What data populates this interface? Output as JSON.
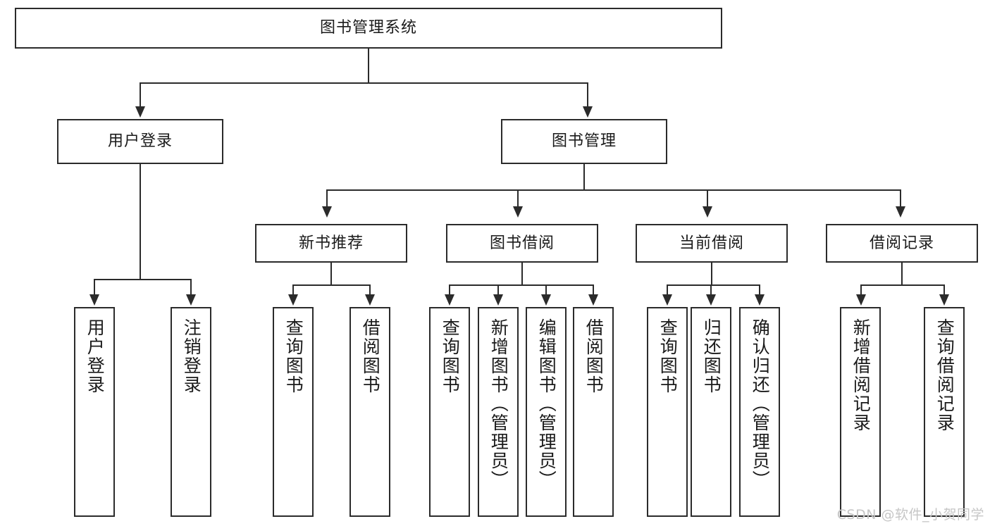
{
  "diagram": {
    "type": "tree",
    "title": "图书管理系统",
    "watermark": "CSDN @软件_小贺同学",
    "root": {
      "label": "图书管理系统"
    },
    "level2": [
      {
        "id": "user-login",
        "label": "用户登录"
      },
      {
        "id": "book-manage",
        "label": "图书管理"
      }
    ],
    "level3": [
      {
        "id": "new-book-recommend",
        "label": "新书推荐"
      },
      {
        "id": "book-borrow",
        "label": "图书借阅"
      },
      {
        "id": "current-borrow",
        "label": "当前借阅"
      },
      {
        "id": "borrow-record",
        "label": "借阅记录"
      }
    ],
    "leaves": [
      {
        "id": "leaf-user-login",
        "label": "用户登录"
      },
      {
        "id": "leaf-logout-login",
        "label": "注销登录"
      },
      {
        "id": "leaf-query-book-1",
        "label": "查询图书"
      },
      {
        "id": "leaf-borrow-book-1",
        "label": "借阅图书"
      },
      {
        "id": "leaf-query-book-2",
        "label": "查询图书"
      },
      {
        "id": "leaf-add-book-admin",
        "label": "新增图书（管理员）"
      },
      {
        "id": "leaf-edit-book-admin",
        "label": "编辑图书（管理员）"
      },
      {
        "id": "leaf-borrow-book-2",
        "label": "借阅图书"
      },
      {
        "id": "leaf-query-book-3",
        "label": "查询图书"
      },
      {
        "id": "leaf-return-book",
        "label": "归还图书"
      },
      {
        "id": "leaf-confirm-return",
        "label": "确认归还（管理员）"
      },
      {
        "id": "leaf-add-record",
        "label": "新增借阅记录"
      },
      {
        "id": "leaf-query-record",
        "label": "查询借阅记录"
      }
    ],
    "colors": {
      "stroke": "#2b2b2b",
      "fill": "#ffffff",
      "text": "#1a1a1a",
      "watermark": "#c6c6c6"
    }
  }
}
